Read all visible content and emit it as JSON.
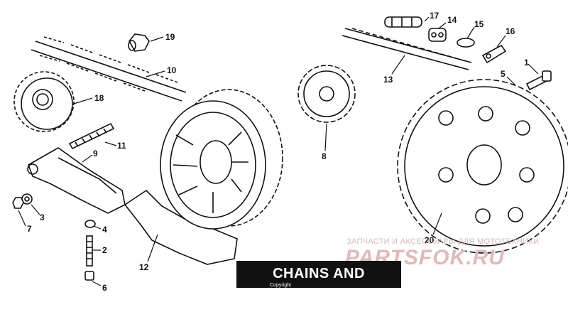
{
  "title": "CHAINS AND SPROCKETS",
  "copyright": "Copyright",
  "watermark": {
    "subtitle": "ЗАПЧАСТИ И АКСЕССУАРЫ ДЛЯ МОТОТЕХНИКИ",
    "logo": "PARTSFOK.RU"
  },
  "callouts": [
    {
      "id": "c1",
      "label": "1"
    },
    {
      "id": "c2",
      "label": "2"
    },
    {
      "id": "c3",
      "label": "3"
    },
    {
      "id": "c4",
      "label": "4"
    },
    {
      "id": "c5",
      "label": "5"
    },
    {
      "id": "c6",
      "label": "6"
    },
    {
      "id": "c7",
      "label": "7"
    },
    {
      "id": "c8",
      "label": "8"
    },
    {
      "id": "c9",
      "label": "9"
    },
    {
      "id": "c10",
      "label": "10"
    },
    {
      "id": "c11",
      "label": "11"
    },
    {
      "id": "c12",
      "label": "12"
    },
    {
      "id": "c13",
      "label": "13"
    },
    {
      "id": "c14",
      "label": "14"
    },
    {
      "id": "c15",
      "label": "15"
    },
    {
      "id": "c16",
      "label": "16"
    },
    {
      "id": "c17",
      "label": "17"
    },
    {
      "id": "c18",
      "label": "18"
    },
    {
      "id": "c19",
      "label": "19"
    },
    {
      "id": "c20",
      "label": "20"
    }
  ]
}
